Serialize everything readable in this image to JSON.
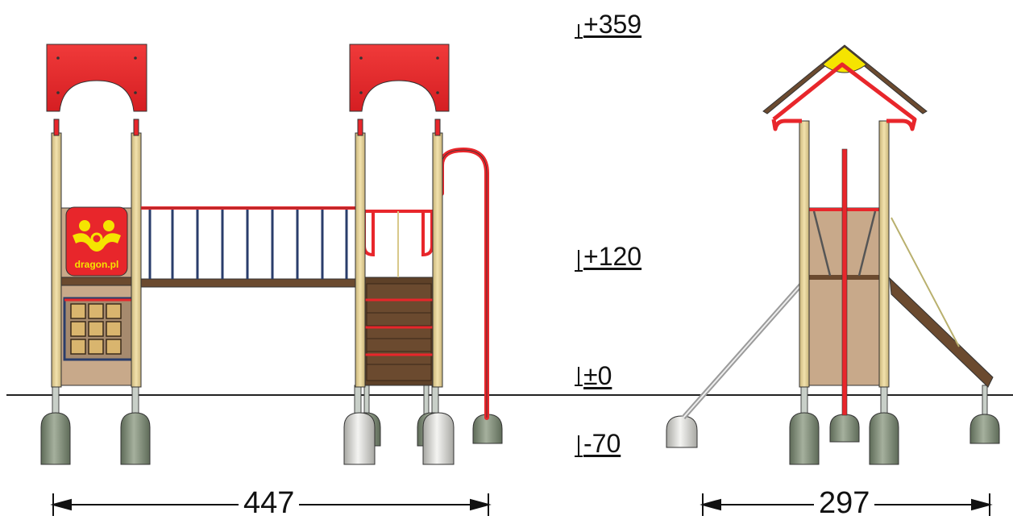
{
  "levels": {
    "top": "+359",
    "platform": "+120",
    "ground": "±0",
    "foundation": "-70"
  },
  "dimensions": {
    "front_width": "447",
    "side_width": "297"
  },
  "sign": {
    "logo_text": "dragon.pl"
  },
  "colors": {
    "roof_red": "#e8262b",
    "post_wood": "#e6d39a",
    "panel_tan": "#c8a98a",
    "deck_brown": "#6b4a2f",
    "foundation_green": "#8e9a86",
    "foundation_white": "#e4e4e0",
    "rope_blue": "#2a3d6b",
    "accent_yellow": "#f5e400"
  }
}
